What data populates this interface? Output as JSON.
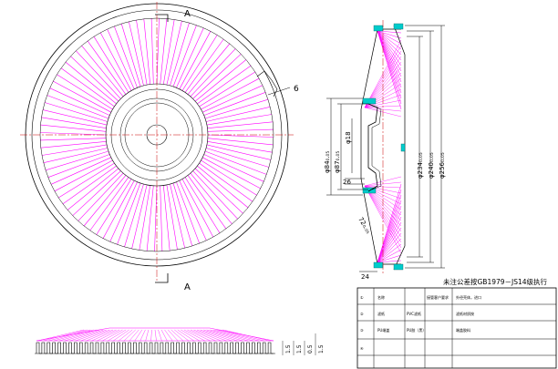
{
  "labels": {
    "section_top": "A",
    "section_bottom": "A",
    "callout_6": "6",
    "dim_84": "φ84₀.₀₅",
    "dim_87": "φ87₀.₀₅",
    "dim_18": "φ18",
    "dim_26": "26",
    "dim_72": "72₀.₀₅",
    "dim_234": "φ234₀.₀₅",
    "dim_240": "φ240₀.₀₅",
    "dim_256": "φ256₀.₀₅",
    "dim_24": "24",
    "dim_b1": "1.5",
    "dim_b2": "1.5",
    "dim_b3": "0.5",
    "dim_b4": "1.5",
    "tolerance_note": "未注公差按GB1979－JS14级执行"
  },
  "table": {
    "rows": [
      {
        "no": "①",
        "name": "名称",
        "spec": "",
        "mat": "接管客户要求",
        "desc": "外径壳体，进口"
      },
      {
        "no": "②",
        "name": "滤纸",
        "spec": "PVC滤纸",
        "mat": "",
        "desc": "滤纸材质按"
      },
      {
        "no": "③",
        "name": "PU端盖",
        "spec": "PU胶（黑）",
        "mat": "",
        "desc": "端盖胶料"
      },
      {
        "no": "④",
        "name": "",
        "spec": "",
        "mat": "",
        "desc": ""
      }
    ]
  }
}
